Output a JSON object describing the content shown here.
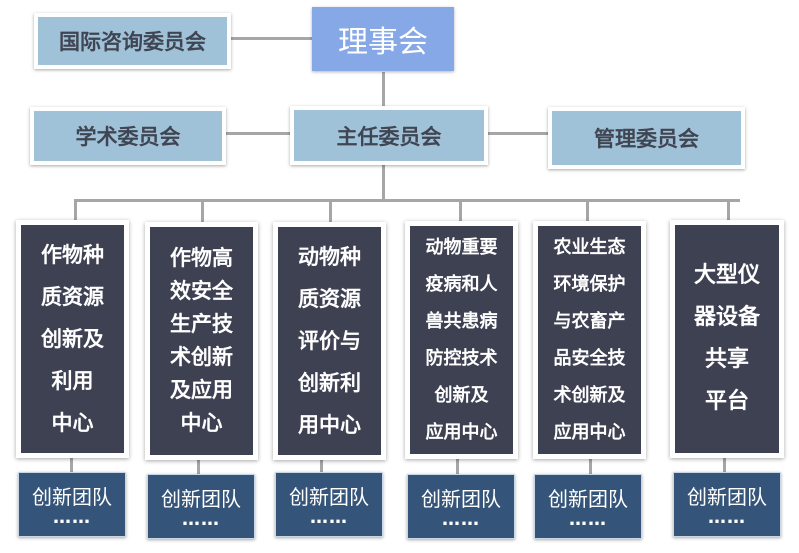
{
  "chart_data": {
    "type": "org-chart",
    "root": "理事会",
    "advisory": "国际咨询委员会",
    "executive": "主任委员会",
    "committees": [
      "学术委员会",
      "管理委员会"
    ],
    "centers": [
      {
        "name": "作物种\n质资源\n创新及\n利用\n中心",
        "team": "创新团队",
        "team_more": "……"
      },
      {
        "name": "作物高\n效安全\n生产技\n术创新\n及应用\n中心",
        "team": "创新团队",
        "team_more": "……"
      },
      {
        "name": "动物种\n质资源\n评价与\n创新利\n用中心",
        "team": "创新团队",
        "team_more": "……"
      },
      {
        "name": "动物重要\n疫病和人\n兽共患病\n防控技术\n创新及\n应用中心",
        "team": "创新团队",
        "team_more": "……"
      },
      {
        "name": "农业生态\n环境保护\n与农畜产\n品安全技\n术创新及\n应用中心",
        "team": "创新团队",
        "team_more": "……"
      },
      {
        "name": "大型仪\n器设备\n共享\n平台",
        "team": "创新团队",
        "team_more": "……"
      }
    ]
  },
  "colors": {
    "root_fill": "#86a8e6",
    "committee_fill": "#a0c2d8",
    "center_fill": "#3d4152",
    "team_fill": "#345479",
    "connector": "#a6a6a6"
  }
}
